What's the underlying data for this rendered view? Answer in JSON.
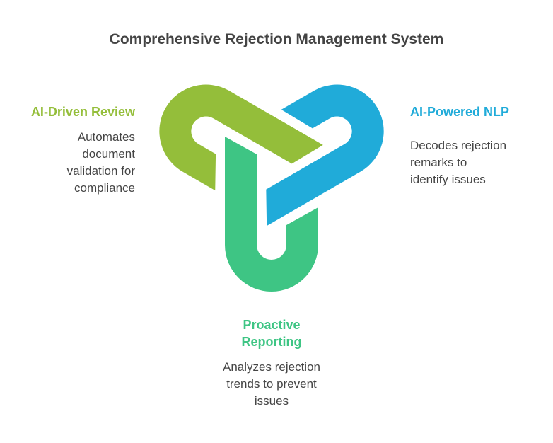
{
  "title": "Comprehensive Rejection Management System",
  "items": [
    {
      "heading": "AI-Driven Review",
      "lines": [
        "Automates",
        "document",
        "validation for",
        "compliance"
      ],
      "color": "#94BE3A"
    },
    {
      "heading": "AI-Powered NLP",
      "lines": [
        "Decodes rejection",
        "remarks to",
        "identify issues"
      ],
      "color": "#20ABD9"
    },
    {
      "heading_lines": [
        "Proactive",
        "Reporting"
      ],
      "lines": [
        "Analyzes rejection",
        "trends to prevent",
        "issues"
      ],
      "color": "#3EC584"
    }
  ]
}
